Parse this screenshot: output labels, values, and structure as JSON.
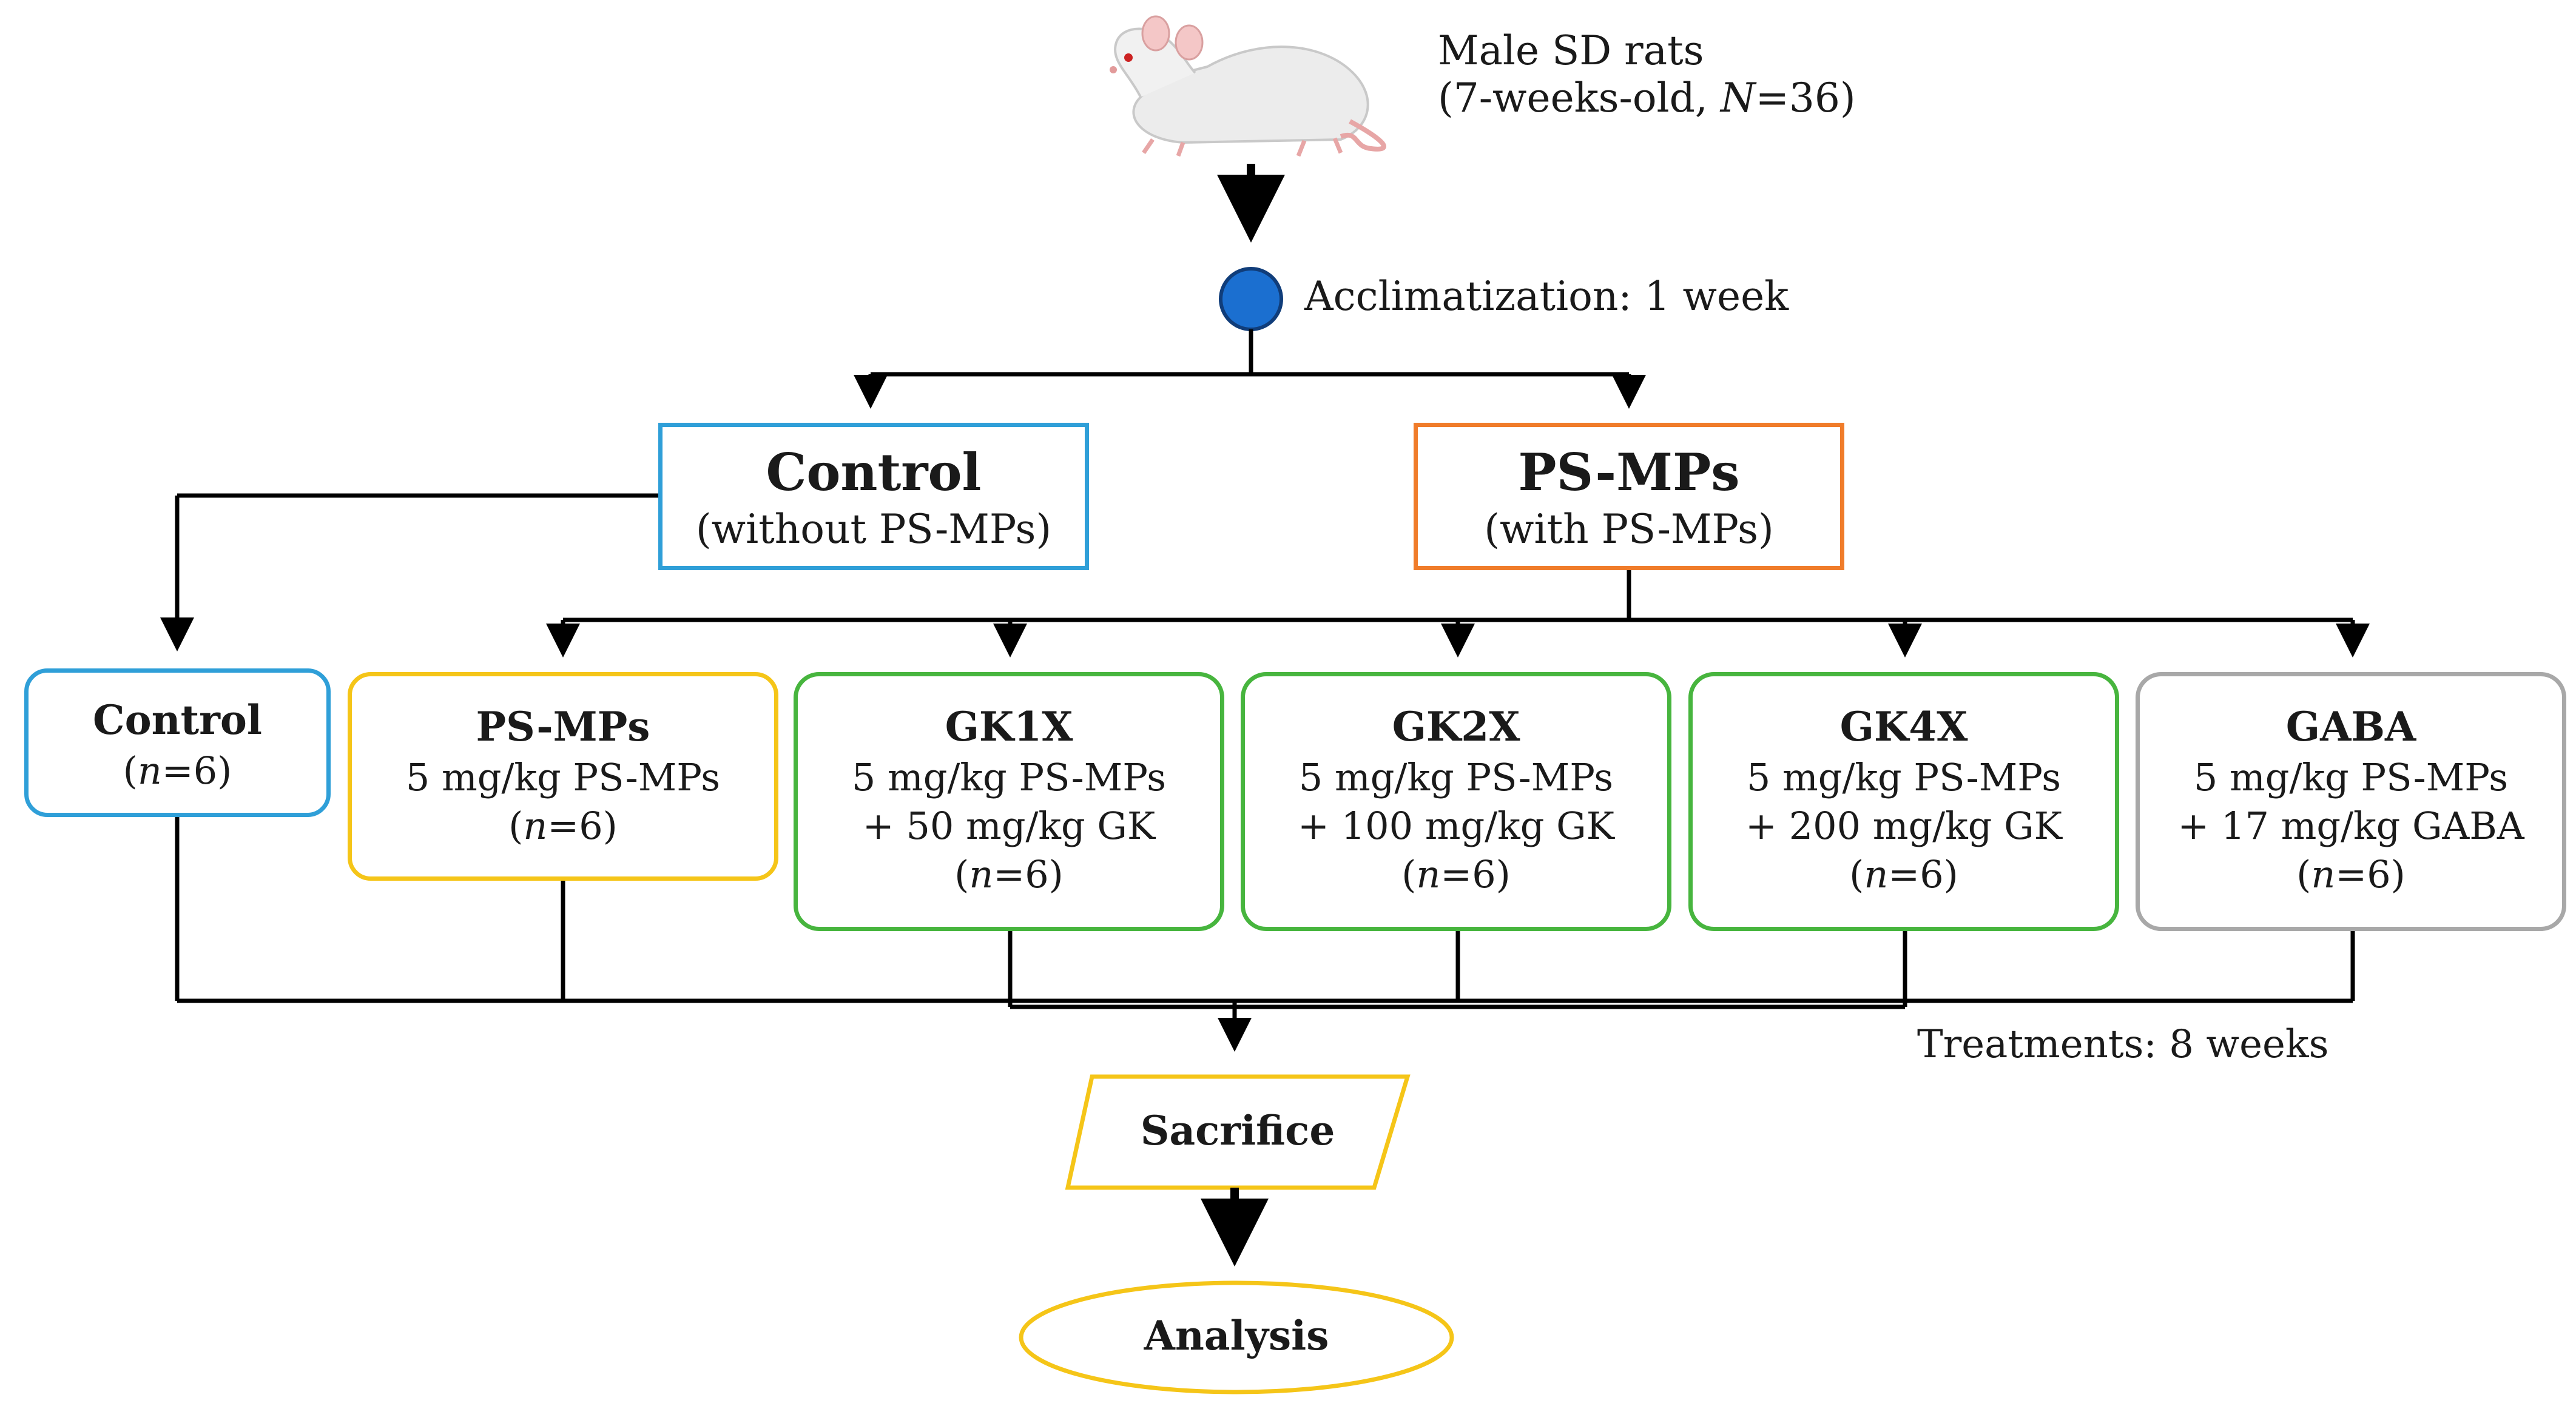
{
  "colors": {
    "line": "#000000",
    "control": "#2f9fd8",
    "psmps": "#f07c2a",
    "yellow": "#f5c518",
    "green": "#47b53e",
    "gray": "#a8a8a8",
    "node": "#1b6fd0",
    "rat_body": "#e9e9e9"
  },
  "source": {
    "icon": "rat-icon",
    "label_line1": "Male SD rats",
    "label_line2_prefix": "(7-weeks-old, ",
    "label_line2_var": "N",
    "label_line2_suffix": "=36)"
  },
  "acclimatization": "Acclimatization: 1 week",
  "top_groups": {
    "control": {
      "title": "Control",
      "subtitle": "(without PS-MPs)"
    },
    "psmps": {
      "title": "PS-MPs",
      "subtitle": "(with PS-MPs)"
    }
  },
  "groups": [
    {
      "title": "Control",
      "line1": "",
      "line2": "",
      "n_var": "n",
      "n_suffix": "=6"
    },
    {
      "title": "PS-MPs",
      "line1": "5 mg/kg PS-MPs",
      "line2": "",
      "n_var": "n",
      "n_suffix": "=6"
    },
    {
      "title": "GK1X",
      "line1": "5 mg/kg PS-MPs",
      "line2": "+ 50 mg/kg GK",
      "n_var": "n",
      "n_suffix": "=6"
    },
    {
      "title": "GK2X",
      "line1": "5 mg/kg PS-MPs",
      "line2": "+ 100 mg/kg GK",
      "n_var": "n",
      "n_suffix": "=6"
    },
    {
      "title": "GK4X",
      "line1": "5 mg/kg PS-MPs",
      "line2": "+ 200 mg/kg GK",
      "n_var": "n",
      "n_suffix": "=6"
    },
    {
      "title": "GABA",
      "line1": "5 mg/kg PS-MPs",
      "line2": "+ 17 mg/kg GABA",
      "n_var": "n",
      "n_suffix": "=6"
    }
  ],
  "treatments": "Treatments: 8 weeks",
  "sacrifice": "Sacrifice",
  "analysis": "Analysis"
}
